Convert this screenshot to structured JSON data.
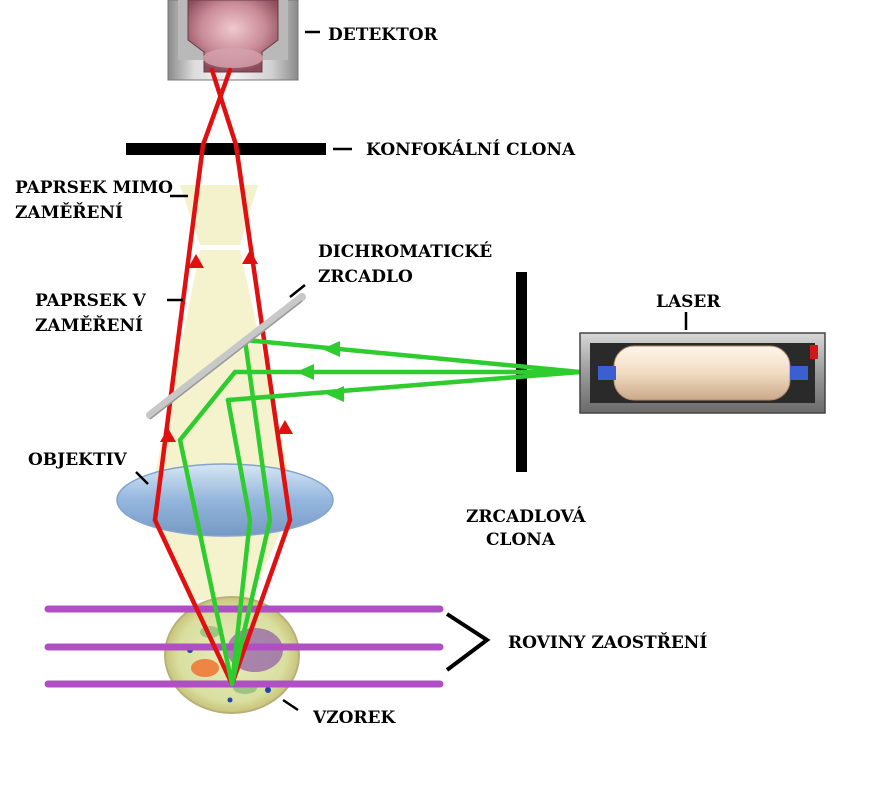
{
  "labels": {
    "detector": "DETEKTOR",
    "pinhole": "KONFOKÁLNÍ CLONA",
    "out_of_focus_1": "PAPRSEK MIMO",
    "out_of_focus_2": "ZAMĚŘENÍ",
    "dichroic_1": "DICHROMATICKÉ",
    "dichroic_2": "ZRCADLO",
    "in_focus_1": "PAPRSEK V",
    "in_focus_2": "ZAMĚŘENÍ",
    "laser": "LASER",
    "objective": "OBJEKTIV",
    "aperture_1": "ZRCADLOVÁ",
    "aperture_2": "CLONA",
    "focal_planes": "ROVINY ZAOSTŘENÍ",
    "specimen": "VZOREK"
  },
  "colors": {
    "beam_red": "#e01010",
    "beam_green": "#2ecc2e",
    "glow_yellow": "#f3f1c6",
    "plane_purple": "#b04fc4",
    "lens_blue": "#8fb3dd",
    "mirror_gray": "#c8c8c8"
  }
}
